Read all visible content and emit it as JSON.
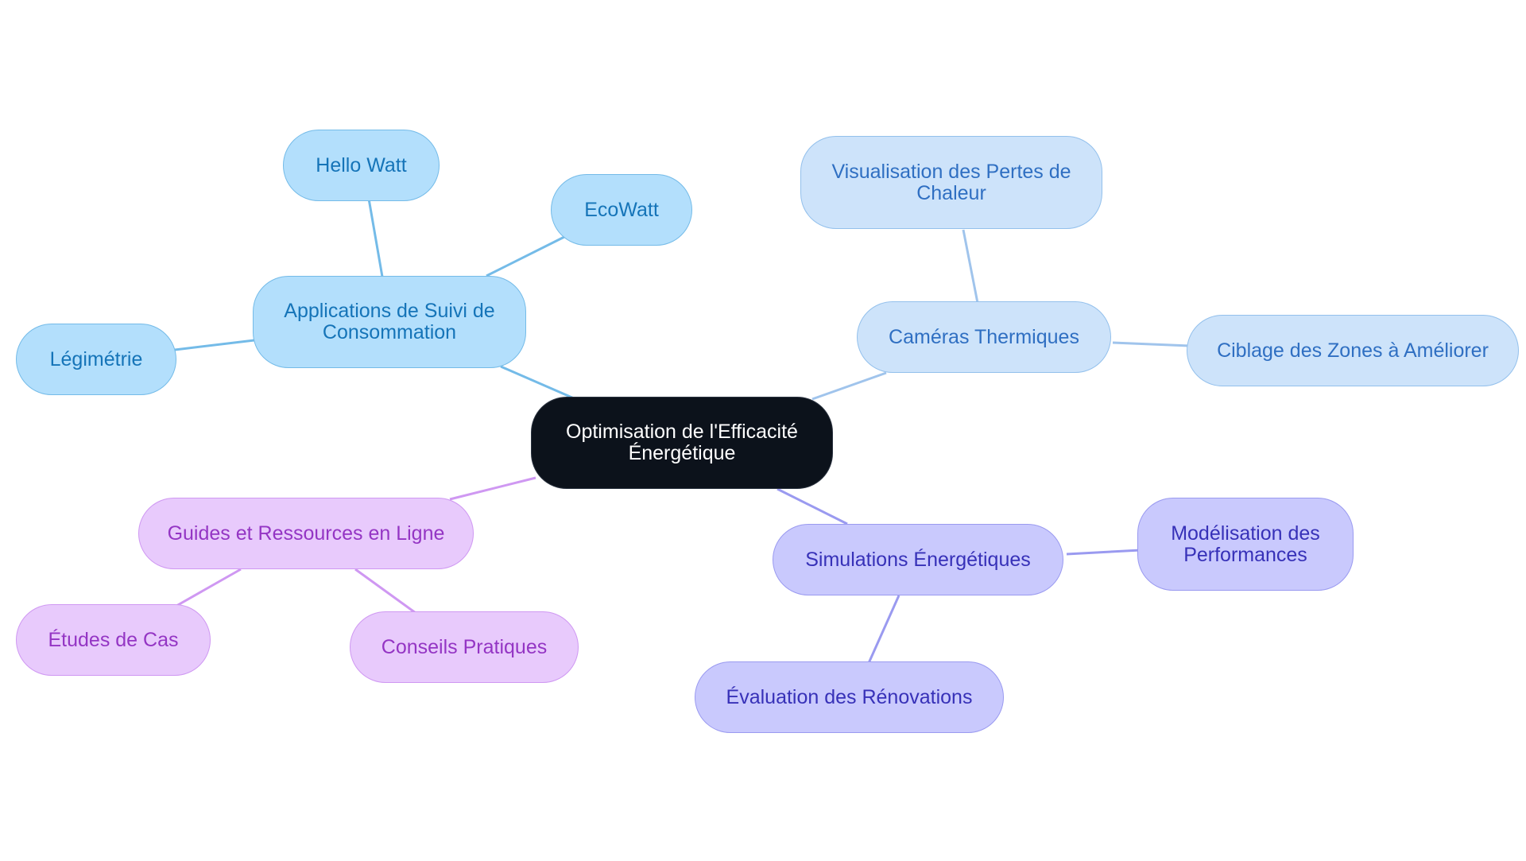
{
  "center": {
    "label": "Optimisation de l'Efficacité Énergétique"
  },
  "branches": {
    "apps": {
      "label": "Applications de Suivi de Consommation",
      "children": [
        "Hello Watt",
        "EcoWatt",
        "Légimétrie"
      ]
    },
    "cameras": {
      "label": "Caméras Thermiques",
      "children": [
        "Visualisation des Pertes de Chaleur",
        "Ciblage des Zones à Améliorer"
      ]
    },
    "simulations": {
      "label": "Simulations Énergétiques",
      "children": [
        "Modélisation des Performances",
        "Évaluation des Rénovations"
      ]
    },
    "guides": {
      "label": "Guides et Ressources en Ligne",
      "children": [
        "Études de Cas",
        "Conseils Pratiques"
      ]
    }
  },
  "colors": {
    "apps_edge": "#74bbe8",
    "cameras_edge": "#a0c4ec",
    "simulations_edge": "#9a9af0",
    "guides_edge": "#cf98f2"
  }
}
